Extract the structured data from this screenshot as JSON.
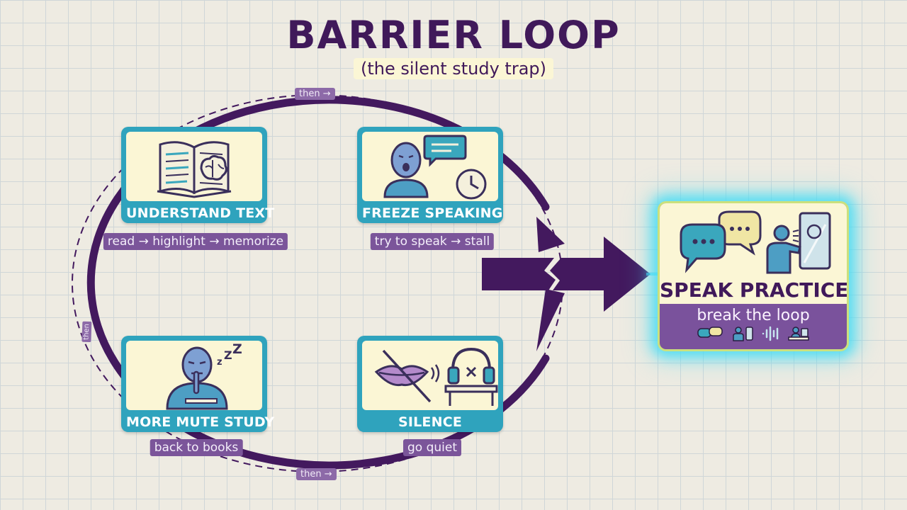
{
  "header": {
    "title": "BARRIER LOOP",
    "subtitle": "(the silent study trap)"
  },
  "loop": {
    "connector_top": "then →",
    "connector_bottom": "then →",
    "connector_left": "then"
  },
  "steps": [
    {
      "label": "UNDERSTAND TEXT",
      "caption": "read → highlight → memorize",
      "icons": [
        "open-book-icon",
        "brain-icon"
      ]
    },
    {
      "label": "FREEZE SPEAKING",
      "caption": "try to speak → stall",
      "icons": [
        "frozen-face-icon",
        "speech-bubble-icon",
        "clock-icon"
      ]
    },
    {
      "label": "SILENCE",
      "caption": "go quiet",
      "icons": [
        "crossed-lips-icon",
        "headphones-icon",
        "desk-icon"
      ]
    },
    {
      "label": "MORE MUTE STUDY",
      "caption": "back to books",
      "icons": [
        "sleepy-student-icon"
      ]
    }
  ],
  "solution": {
    "label": "SPEAK PRACTICE",
    "caption": "break the loop",
    "icons": [
      "chat-bubbles-icon",
      "mirror-speaker-icon",
      "mini-chat-icon",
      "mini-person-icon",
      "sound-wave-icon",
      "mini-desk-icon"
    ]
  },
  "colors": {
    "title": "#40195a",
    "loop_arrow": "#43195e",
    "card_frame": "#2fa3bd",
    "card_fill": "#fbf6d5",
    "tag_fill": "#7b559a",
    "glow": "#44dcf5",
    "solution_border": "#cbe07c"
  }
}
